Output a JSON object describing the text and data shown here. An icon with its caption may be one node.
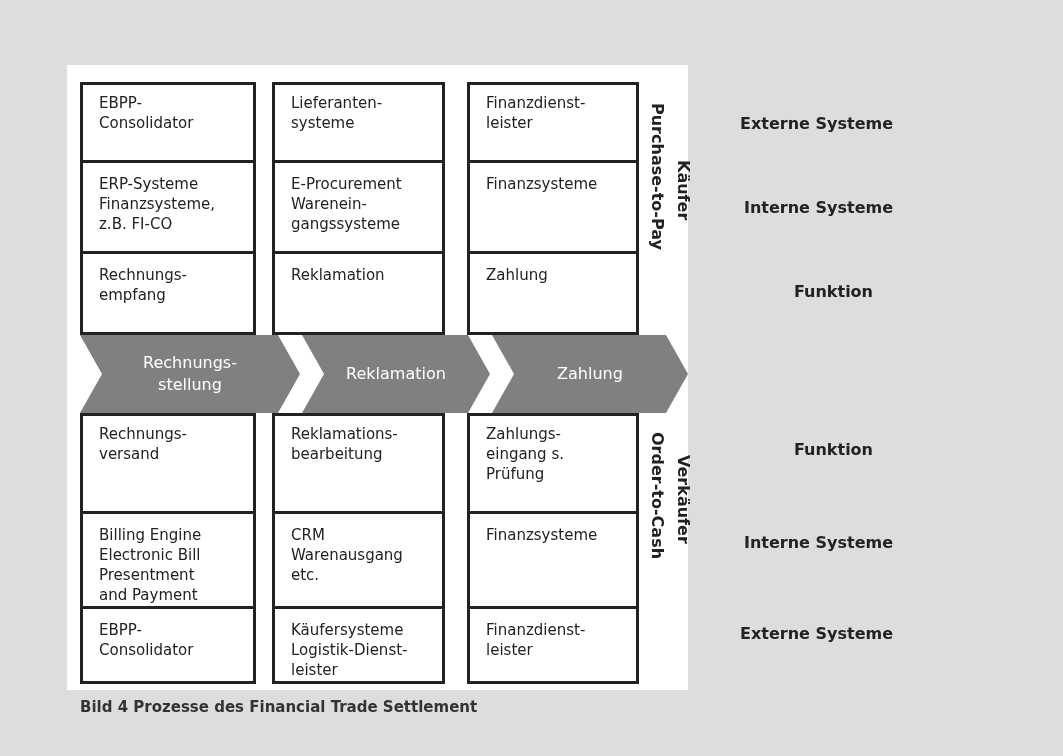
{
  "diagram": {
    "caption": "Bild 4 Prozesse des Financial Trade Settlement",
    "nodes": [
      {
        "text": [
          "EBPP- Consolidator"
        ]
      },
      {
        "text": [
          "Lieferanten- systeme"
        ]
      },
      {
        "text": [
          "Finanzdienst- leister"
        ]
      },
      {
        "text": [
          "ERP-Systeme Finanzsysteme, z.B. FI-CO"
        ]
      },
      {
        "text": [
          "E-Procurement Warenein- gangssysteme"
        ]
      },
      {
        "text": [
          "Finanzsysteme"
        ]
      },
      {
        "text": [
          "Rechnungs- empfang"
        ]
      },
      {
        "text": [
          "Reklamation"
        ]
      },
      {
        "text": [
          "Zahlung"
        ]
      },
      {
        "text": [
          "Rechnungs- stellung"
        ]
      },
      {
        "text": [
          "Reklamation"
        ]
      },
      {
        "text": [
          "Zahlung"
        ]
      },
      {
        "text": [
          "Rechnungs- versand"
        ]
      },
      {
        "text": [
          "Reklamations- bearbeitung"
        ]
      },
      {
        "text": [
          "Zahlungs- eingang s. Prüfung"
        ]
      },
      {
        "text": [
          "Billing Engine Electronic Bill Presentment and Payment"
        ]
      },
      {
        "text": [
          "CRM Warenausgang etc."
        ]
      },
      {
        "text": [
          "Finanzsysteme"
        ]
      },
      {
        "text": [
          "EBPP- Consolidator"
        ]
      },
      {
        "text": [
          "Käufersysteme Logistik-Dienst- leister"
        ]
      },
      {
        "text": [
          "Finanzdienst- leister"
        ]
      }
    ],
    "labels": [
      "Käufer",
      "Purchase-to-Pay",
      "Externe Systeme",
      "Interne Systeme",
      "Funktion",
      "Verkäufer",
      "Order-to-Cash",
      "Funktion",
      "Interne Systeme",
      "Externe Systeme"
    ]
  }
}
